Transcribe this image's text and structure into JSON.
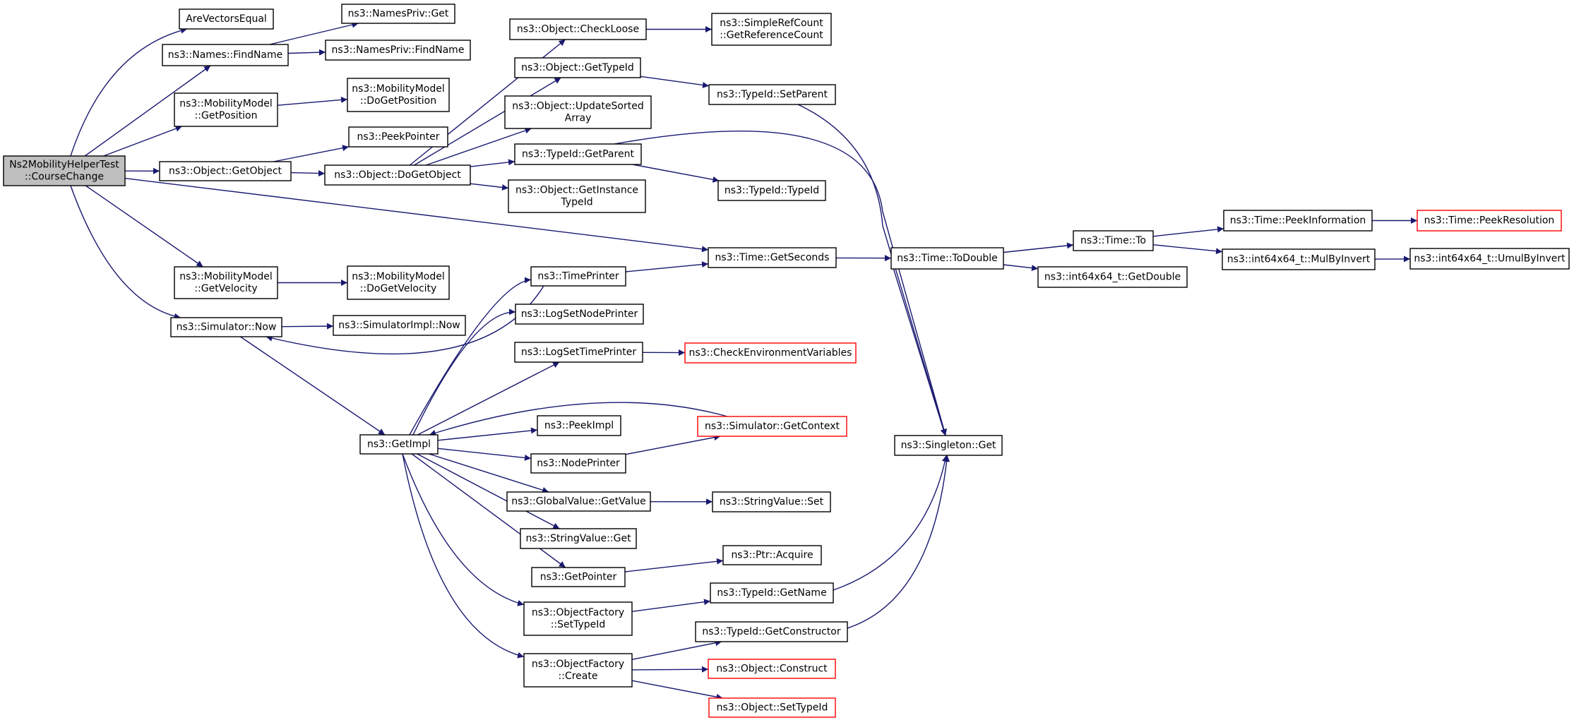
{
  "nodes": {
    "root": {
      "lines": [
        "Ns2MobilityHelperTest",
        "::CourseChange"
      ],
      "interactable": true,
      "style": "root"
    },
    "arevec": {
      "lines": [
        "AreVectorsEqual"
      ],
      "interactable": true
    },
    "findname": {
      "lines": [
        "ns3::Names::FindName"
      ],
      "interactable": true
    },
    "np_get": {
      "lines": [
        "ns3::NamesPriv::Get"
      ],
      "interactable": true
    },
    "np_findname": {
      "lines": [
        "ns3::NamesPriv::FindName"
      ],
      "interactable": true
    },
    "mm_getpos": {
      "lines": [
        "ns3::MobilityModel",
        "::GetPosition"
      ],
      "interactable": true
    },
    "mm_dogetpos": {
      "lines": [
        "ns3::MobilityModel",
        "::DoGetPosition"
      ],
      "interactable": true
    },
    "peekpointer": {
      "lines": [
        "ns3::PeekPointer"
      ],
      "interactable": true
    },
    "obj_getobject": {
      "lines": [
        "ns3::Object::GetObject"
      ],
      "interactable": true
    },
    "obj_dogetobject": {
      "lines": [
        "ns3::Object::DoGetObject"
      ],
      "interactable": true
    },
    "obj_checkloose": {
      "lines": [
        "ns3::Object::CheckLoose"
      ],
      "interactable": true
    },
    "src_getref": {
      "lines": [
        "ns3::SimpleRefCount",
        "::GetReferenceCount"
      ],
      "interactable": true
    },
    "obj_gettypeid": {
      "lines": [
        "ns3::Object::GetTypeId"
      ],
      "interactable": true
    },
    "tid_setparent": {
      "lines": [
        "ns3::TypeId::SetParent"
      ],
      "interactable": true
    },
    "obj_updsorted": {
      "lines": [
        "ns3::Object::UpdateSorted",
        "Array"
      ],
      "interactable": true
    },
    "tid_getparent": {
      "lines": [
        "ns3::TypeId::GetParent"
      ],
      "interactable": true
    },
    "tid_typeid": {
      "lines": [
        "ns3::TypeId::TypeId"
      ],
      "interactable": true
    },
    "obj_getinsttid": {
      "lines": [
        "ns3::Object::GetInstance",
        "TypeId"
      ],
      "interactable": true
    },
    "time_getseconds": {
      "lines": [
        "ns3::Time::GetSeconds"
      ],
      "interactable": true
    },
    "time_todouble": {
      "lines": [
        "ns3::Time::ToDouble"
      ],
      "interactable": true
    },
    "time_to": {
      "lines": [
        "ns3::Time::To"
      ],
      "interactable": true
    },
    "i64_getdouble": {
      "lines": [
        "ns3::int64x64_t::GetDouble"
      ],
      "interactable": true
    },
    "time_peekinfo": {
      "lines": [
        "ns3::Time::PeekInformation"
      ],
      "interactable": true
    },
    "time_peekres": {
      "lines": [
        "ns3::Time::PeekResolution"
      ],
      "interactable": true,
      "style": "red"
    },
    "i64_mulbyinv": {
      "lines": [
        "ns3::int64x64_t::MulByInvert"
      ],
      "interactable": true
    },
    "i64_umulbyinv": {
      "lines": [
        "ns3::int64x64_t::UmulByInvert"
      ],
      "interactable": true
    },
    "mm_getvel": {
      "lines": [
        "ns3::MobilityModel",
        "::GetVelocity"
      ],
      "interactable": true
    },
    "mm_dogetvel": {
      "lines": [
        "ns3::MobilityModel",
        "::DoGetVelocity"
      ],
      "interactable": true
    },
    "sim_now": {
      "lines": [
        "ns3::Simulator::Now"
      ],
      "interactable": true
    },
    "simimpl_now": {
      "lines": [
        "ns3::SimulatorImpl::Now"
      ],
      "interactable": true
    },
    "timeprinter": {
      "lines": [
        "ns3::TimePrinter"
      ],
      "interactable": true
    },
    "logsetnode": {
      "lines": [
        "ns3::LogSetNodePrinter"
      ],
      "interactable": true
    },
    "logsettime": {
      "lines": [
        "ns3::LogSetTimePrinter"
      ],
      "interactable": true
    },
    "checkenv": {
      "lines": [
        "ns3::CheckEnvironmentVariables"
      ],
      "interactable": true,
      "style": "red"
    },
    "getimpl": {
      "lines": [
        "ns3::GetImpl"
      ],
      "interactable": true
    },
    "peekimpl": {
      "lines": [
        "ns3::PeekImpl"
      ],
      "interactable": true
    },
    "sim_getcontext": {
      "lines": [
        "ns3::Simulator::GetContext"
      ],
      "interactable": true,
      "style": "red"
    },
    "singleton_get": {
      "lines": [
        "ns3::Singleton::Get"
      ],
      "interactable": true
    },
    "nodeprinter": {
      "lines": [
        "ns3::NodePrinter"
      ],
      "interactable": true
    },
    "gv_getvalue": {
      "lines": [
        "ns3::GlobalValue::GetValue"
      ],
      "interactable": true
    },
    "sv_set": {
      "lines": [
        "ns3::StringValue::Set"
      ],
      "interactable": true
    },
    "sv_get": {
      "lines": [
        "ns3::StringValue::Get"
      ],
      "interactable": true
    },
    "getpointer": {
      "lines": [
        "ns3::GetPointer"
      ],
      "interactable": true
    },
    "ptr_acquire": {
      "lines": [
        "ns3::Ptr::Acquire"
      ],
      "interactable": true
    },
    "of_settypeid": {
      "lines": [
        "ns3::ObjectFactory",
        "::SetTypeId"
      ],
      "interactable": true
    },
    "tid_getname": {
      "lines": [
        "ns3::TypeId::GetName"
      ],
      "interactable": true
    },
    "of_create": {
      "lines": [
        "ns3::ObjectFactory",
        "::Create"
      ],
      "interactable": true
    },
    "tid_getctor": {
      "lines": [
        "ns3::TypeId::GetConstructor"
      ],
      "interactable": true
    },
    "obj_construct": {
      "lines": [
        "ns3::Object::Construct"
      ],
      "interactable": true,
      "style": "red"
    },
    "obj_settypeid": {
      "lines": [
        "ns3::Object::SetTypeId"
      ],
      "interactable": true,
      "style": "red"
    }
  },
  "edges": [
    {
      "from": "root",
      "to": "arevec"
    },
    {
      "from": "root",
      "to": "findname"
    },
    {
      "from": "root",
      "to": "mm_getpos"
    },
    {
      "from": "root",
      "to": "obj_getobject"
    },
    {
      "from": "root",
      "to": "time_getseconds"
    },
    {
      "from": "root",
      "to": "mm_getvel"
    },
    {
      "from": "root",
      "to": "sim_now"
    },
    {
      "from": "findname",
      "to": "np_get"
    },
    {
      "from": "findname",
      "to": "np_findname"
    },
    {
      "from": "mm_getpos",
      "to": "mm_dogetpos"
    },
    {
      "from": "obj_getobject",
      "to": "peekpointer"
    },
    {
      "from": "obj_getobject",
      "to": "obj_dogetobject"
    },
    {
      "from": "obj_dogetobject",
      "to": "obj_checkloose"
    },
    {
      "from": "obj_dogetobject",
      "to": "obj_gettypeid"
    },
    {
      "from": "obj_dogetobject",
      "to": "obj_updsorted"
    },
    {
      "from": "obj_dogetobject",
      "to": "tid_getparent"
    },
    {
      "from": "obj_dogetobject",
      "to": "obj_getinsttid"
    },
    {
      "from": "obj_checkloose",
      "to": "src_getref"
    },
    {
      "from": "obj_gettypeid",
      "to": "tid_setparent"
    },
    {
      "from": "tid_getparent",
      "to": "tid_typeid"
    },
    {
      "from": "tid_getparent",
      "to": "singleton_get"
    },
    {
      "from": "tid_setparent",
      "to": "singleton_get"
    },
    {
      "from": "time_getseconds",
      "to": "time_todouble"
    },
    {
      "from": "time_todouble",
      "to": "time_to"
    },
    {
      "from": "time_todouble",
      "to": "i64_getdouble"
    },
    {
      "from": "time_todouble",
      "to": "singleton_get"
    },
    {
      "from": "time_to",
      "to": "time_peekinfo"
    },
    {
      "from": "time_to",
      "to": "i64_mulbyinv"
    },
    {
      "from": "time_peekinfo",
      "to": "time_peekres"
    },
    {
      "from": "i64_mulbyinv",
      "to": "i64_umulbyinv"
    },
    {
      "from": "mm_getvel",
      "to": "mm_dogetvel"
    },
    {
      "from": "sim_now",
      "to": "simimpl_now"
    },
    {
      "from": "sim_now",
      "to": "getimpl"
    },
    {
      "from": "timeprinter",
      "to": "sim_now"
    },
    {
      "from": "timeprinter",
      "to": "time_getseconds"
    },
    {
      "from": "getimpl",
      "to": "timeprinter"
    },
    {
      "from": "getimpl",
      "to": "logsetnode"
    },
    {
      "from": "getimpl",
      "to": "logsettime"
    },
    {
      "from": "getimpl",
      "to": "peekimpl"
    },
    {
      "from": "getimpl",
      "to": "nodeprinter"
    },
    {
      "from": "getimpl",
      "to": "gv_getvalue"
    },
    {
      "from": "getimpl",
      "to": "sv_get"
    },
    {
      "from": "getimpl",
      "to": "getpointer"
    },
    {
      "from": "getimpl",
      "to": "of_settypeid"
    },
    {
      "from": "getimpl",
      "to": "of_create"
    },
    {
      "from": "sim_getcontext",
      "to": "getimpl"
    },
    {
      "from": "logsettime",
      "to": "checkenv"
    },
    {
      "from": "nodeprinter",
      "to": "sim_getcontext"
    },
    {
      "from": "gv_getvalue",
      "to": "sv_set"
    },
    {
      "from": "getpointer",
      "to": "ptr_acquire"
    },
    {
      "from": "of_settypeid",
      "to": "tid_getname"
    },
    {
      "from": "tid_getname",
      "to": "singleton_get"
    },
    {
      "from": "tid_getctor",
      "to": "singleton_get"
    },
    {
      "from": "of_create",
      "to": "tid_getctor"
    },
    {
      "from": "of_create",
      "to": "obj_construct"
    },
    {
      "from": "of_create",
      "to": "obj_settypeid"
    }
  ],
  "colors": {
    "edge": "#191970",
    "node_border": "#000000",
    "root_fill": "#bfbfbf",
    "external_border": "#ff0000"
  }
}
